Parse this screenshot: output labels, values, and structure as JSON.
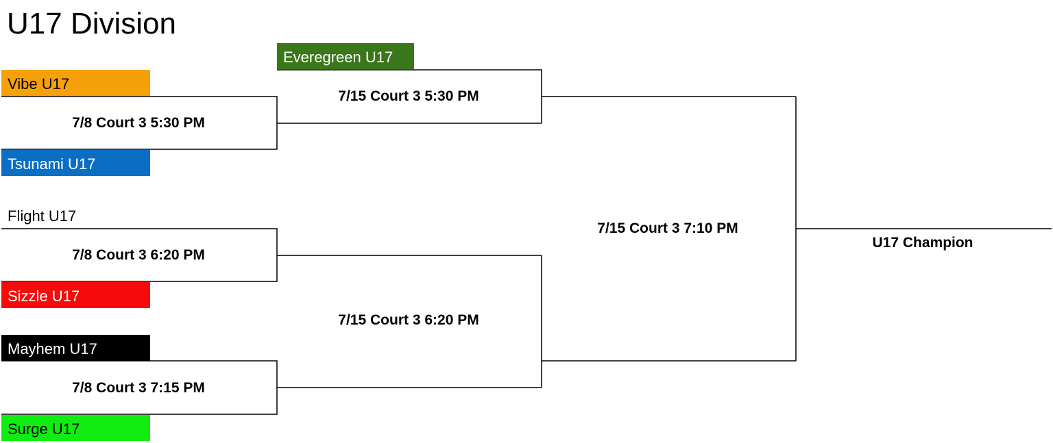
{
  "title": "U17 Division",
  "colors": {
    "line": "#000000",
    "vibe": "#F7A10A",
    "tsunami": "#0A6EC5",
    "flight": "#ffffff",
    "sizzle": "#F70A0A",
    "mayhem": "#000000",
    "surge": "#11EC11",
    "everegreen": "#3A771A"
  },
  "teams": {
    "vibe": "Vibe U17",
    "tsunami": "Tsunami U17",
    "flight": "Flight U17",
    "sizzle": "Sizzle U17",
    "mayhem": "Mayhem U17",
    "surge": "Surge U17",
    "everegreen": "Everegreen U17"
  },
  "matches": {
    "r1_m1": "7/8 Court 3 5:30 PM",
    "r1_m2": "7/8 Court 3 6:20 PM",
    "r1_m3": "7/8 Court 3 7:15 PM",
    "r2_m1": "7/15 Court 3 5:30 PM",
    "r2_m2": "7/15 Court 3 6:20 PM",
    "final": "7/15 Court 3 7:10 PM"
  },
  "champion": "U17 Champion"
}
